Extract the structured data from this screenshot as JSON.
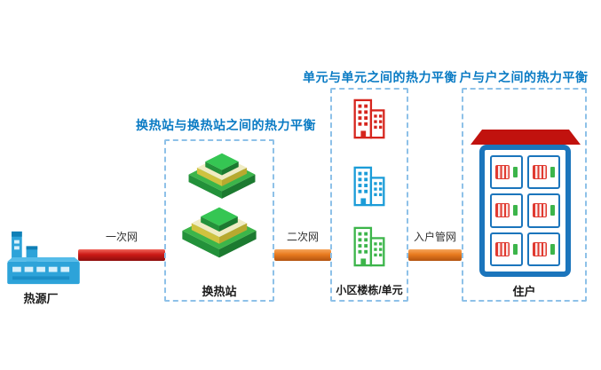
{
  "diagram": {
    "heat_source": {
      "label": "热源厂"
    },
    "primary_net": {
      "label": "一次网"
    },
    "station": {
      "title": "换热站与换热站之间的热力平衡",
      "label": "换热站"
    },
    "secondary_net": {
      "label": "二次网"
    },
    "community": {
      "title": "单元与单元之间的热力平衡",
      "label": "小区楼栋/单元"
    },
    "household_net": {
      "label": "入户管网"
    },
    "residents": {
      "title": "户与户之间的热力平衡",
      "label": "住户"
    }
  },
  "colors": {
    "title_blue": "#0a7bc4",
    "dashed_border_blue": "#8ec1e8",
    "primary_pipe_red": "#cc1a16",
    "secondary_pipe_orange": "#e87a1e",
    "factory_blue": "#2da3d9",
    "platform_green": "#3cb54a",
    "platform_yellow": "#f0ecc4",
    "building_red": "#d6251d",
    "building_blue": "#1b9cd8",
    "building_green": "#3cb54a",
    "house_frame_blue": "#1b75bc",
    "roof_red": "#c1120e",
    "radiator_red": "#e03a30",
    "door_green": "#3cb54a"
  }
}
